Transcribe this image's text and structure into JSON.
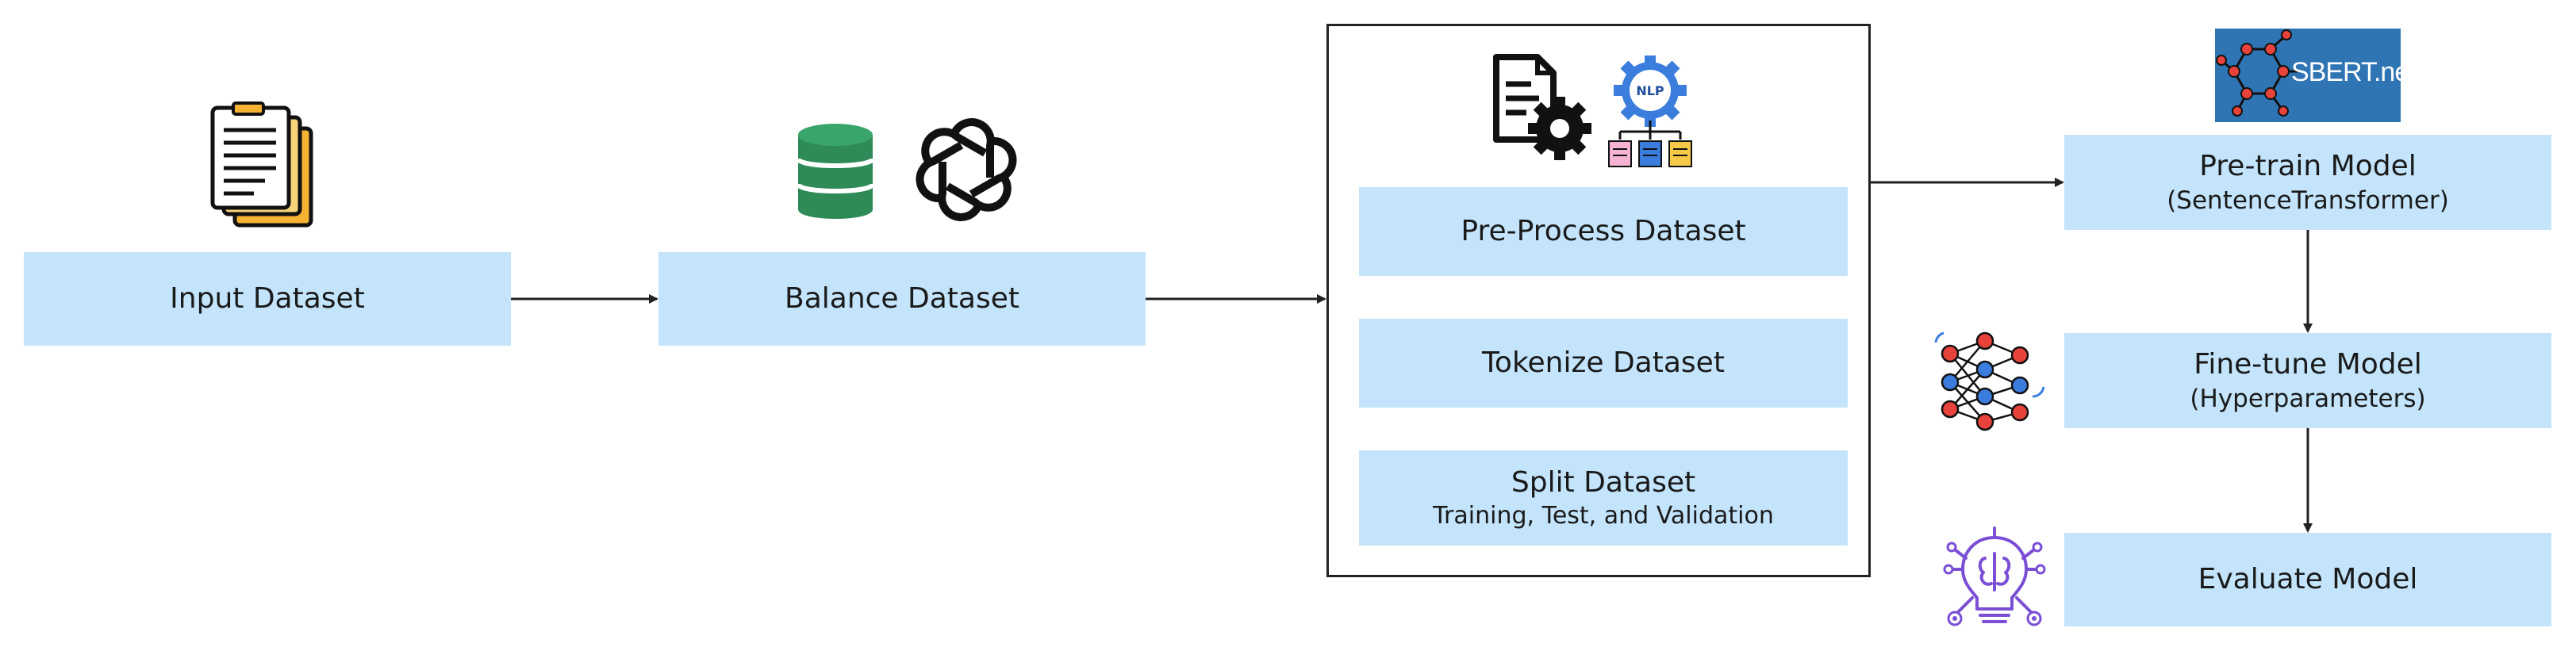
{
  "nodes": {
    "input": {
      "label": "Input Dataset"
    },
    "balance": {
      "label": "Balance Dataset"
    },
    "preprocess": {
      "label": "Pre-Process Dataset"
    },
    "tokenize": {
      "label": "Tokenize Dataset"
    },
    "split": {
      "label": "Split Dataset",
      "sublabel": "Training, Test, and Validation"
    },
    "pretrain": {
      "label": "Pre-train Model",
      "sublabel": "(SentenceTransformer)"
    },
    "finetune": {
      "label": "Fine-tune Model",
      "sublabel": "(Hyperparameters)"
    },
    "evaluate": {
      "label": "Evaluate Model"
    }
  },
  "logos": {
    "sbert": "SBERT.net",
    "nlp": "NLP"
  },
  "icons": [
    "document-stack-icon",
    "database-icon",
    "openai-logo-icon",
    "document-gear-icon",
    "nlp-gear-icon",
    "sbert-logo-icon",
    "neural-network-icon",
    "ai-brain-bulb-icon"
  ],
  "edges": [
    {
      "from": "input",
      "to": "balance"
    },
    {
      "from": "balance",
      "to": "preprocess-group"
    },
    {
      "from": "preprocess-group",
      "to": "pretrain"
    },
    {
      "from": "pretrain",
      "to": "finetune"
    },
    {
      "from": "finetune",
      "to": "evaluate"
    }
  ],
  "colors": {
    "box_fill": "#c3e4fb",
    "arrow": "#222222",
    "sbert_bg": "#2f74b3",
    "database": "#2e8b57",
    "nlp_blue": "#3b7ddd"
  }
}
